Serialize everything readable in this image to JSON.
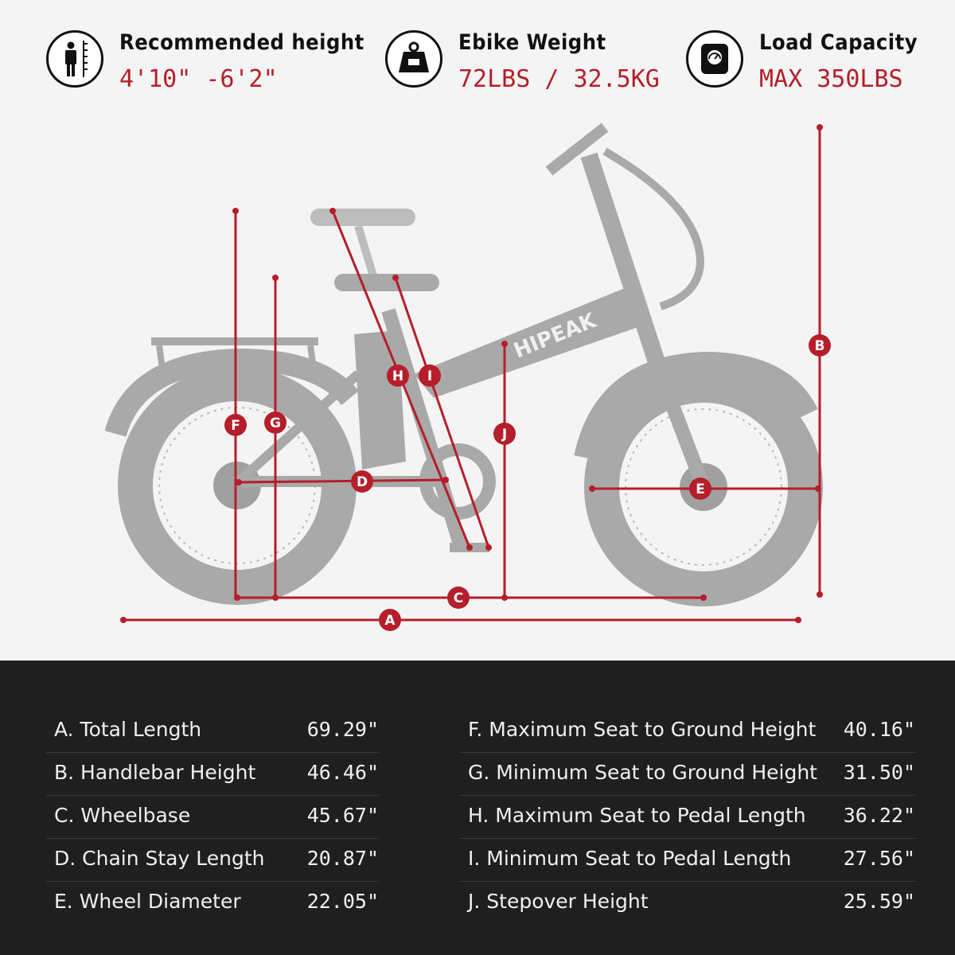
{
  "stats": [
    {
      "label": "Recommended height",
      "value": "4'10\" -6'2\"",
      "icon": "person-height-icon"
    },
    {
      "label": "Ebike Weight",
      "value": "72LBS / 32.5KG",
      "icon": "weight-icon"
    },
    {
      "label": "Load Capacity",
      "value": "MAX 350LBS",
      "icon": "load-capacity-icon"
    }
  ],
  "brand": "HIPEAK",
  "markers": [
    "A",
    "B",
    "C",
    "D",
    "E",
    "F",
    "G",
    "H",
    "I",
    "J"
  ],
  "specs_left": [
    {
      "key": "A. Total Length",
      "value": "69.29\""
    },
    {
      "key": "B. Handlebar Height",
      "value": "46.46\""
    },
    {
      "key": "C. Wheelbase",
      "value": "45.67\""
    },
    {
      "key": "D. Chain Stay Length",
      "value": "20.87\""
    },
    {
      "key": "E. Wheel Diameter",
      "value": "22.05\""
    }
  ],
  "specs_right": [
    {
      "key": "F. Maximum Seat to Ground Height",
      "value": "40.16\""
    },
    {
      "key": "G. Minimum Seat to Ground Height",
      "value": "31.50\""
    },
    {
      "key": "H. Maximum Seat to Pedal Length",
      "value": "36.22\""
    },
    {
      "key": "I. Minimum Seat to Pedal Length",
      "value": "27.56\""
    },
    {
      "key": "J. Stepover Height",
      "value": "25.59\""
    }
  ],
  "colors": {
    "accent": "#b51e2a",
    "bike": "#a9a9a9",
    "dark_panel": "#1f1f1f"
  }
}
